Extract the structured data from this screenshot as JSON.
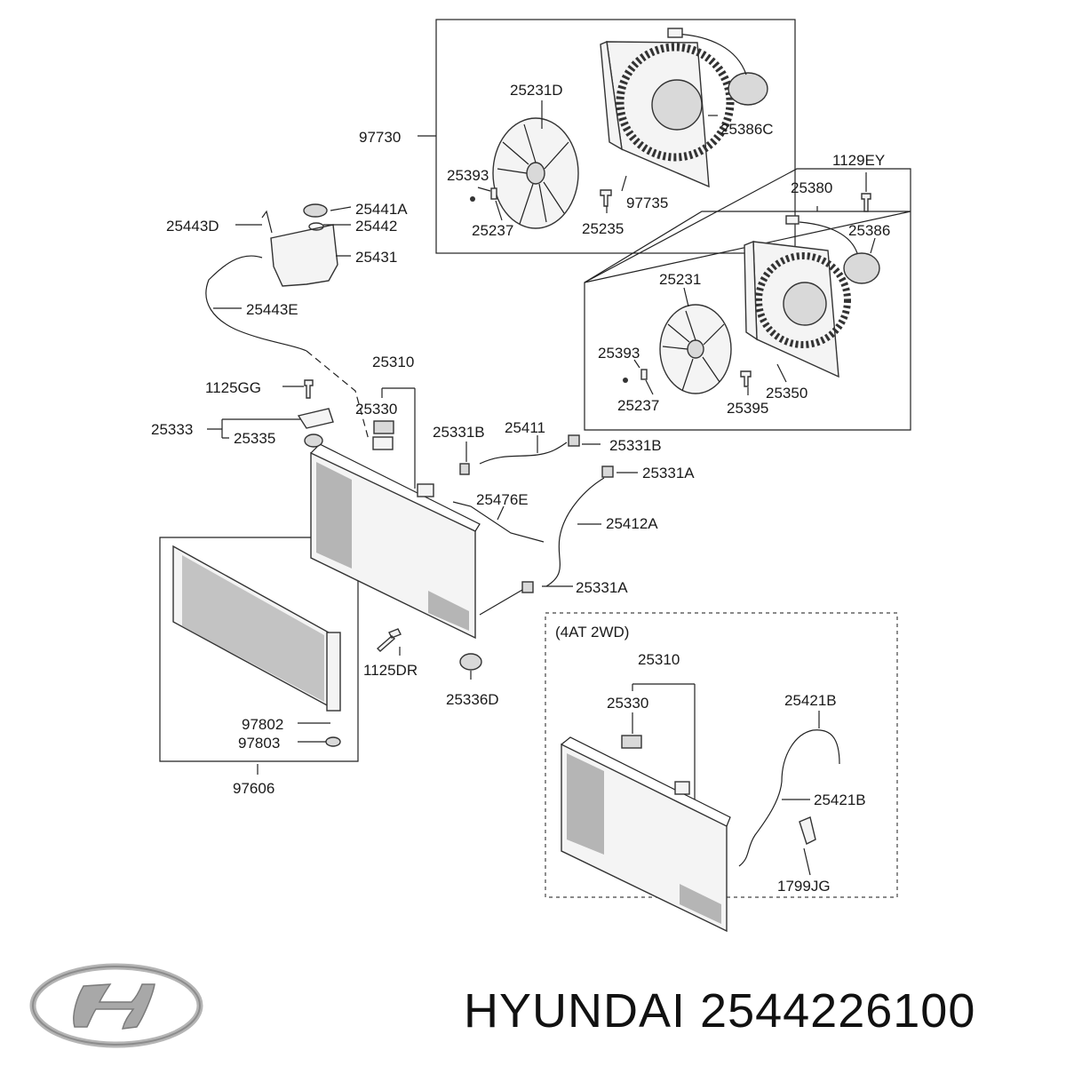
{
  "diagram": {
    "group_label": "(4AT 2WD)",
    "callouts": [
      {
        "id": "97730",
        "text": "97730"
      },
      {
        "id": "25231D",
        "text": "25231D"
      },
      {
        "id": "25386C",
        "text": "25386C"
      },
      {
        "id": "25393a",
        "text": "25393"
      },
      {
        "id": "97735",
        "text": "97735"
      },
      {
        "id": "25237a",
        "text": "25237"
      },
      {
        "id": "25235",
        "text": "25235"
      },
      {
        "id": "1129EY",
        "text": "1129EY"
      },
      {
        "id": "25380",
        "text": "25380"
      },
      {
        "id": "25386",
        "text": "25386"
      },
      {
        "id": "25441A",
        "text": "25441A"
      },
      {
        "id": "25443D",
        "text": "25443D"
      },
      {
        "id": "25442",
        "text": "25442"
      },
      {
        "id": "25431",
        "text": "25431"
      },
      {
        "id": "25443E",
        "text": "25443E"
      },
      {
        "id": "25231",
        "text": "25231"
      },
      {
        "id": "25393b",
        "text": "25393"
      },
      {
        "id": "25237b",
        "text": "25237"
      },
      {
        "id": "25395",
        "text": "25395"
      },
      {
        "id": "25350",
        "text": "25350"
      },
      {
        "id": "25310a",
        "text": "25310"
      },
      {
        "id": "1125GG",
        "text": "1125GG"
      },
      {
        "id": "25330a",
        "text": "25330"
      },
      {
        "id": "25333",
        "text": "25333"
      },
      {
        "id": "25335",
        "text": "25335"
      },
      {
        "id": "25331B_a",
        "text": "25331B"
      },
      {
        "id": "25411",
        "text": "25411"
      },
      {
        "id": "25331B_b",
        "text": "25331B"
      },
      {
        "id": "25331A_a",
        "text": "25331A"
      },
      {
        "id": "25476E",
        "text": "25476E"
      },
      {
        "id": "25412A",
        "text": "25412A"
      },
      {
        "id": "25331A_b",
        "text": "25331A"
      },
      {
        "id": "1125DR",
        "text": "1125DR"
      },
      {
        "id": "25336D",
        "text": "25336D"
      },
      {
        "id": "97802",
        "text": "97802"
      },
      {
        "id": "97803",
        "text": "97803"
      },
      {
        "id": "97606",
        "text": "97606"
      },
      {
        "id": "25310b",
        "text": "25310"
      },
      {
        "id": "25330b",
        "text": "25330"
      },
      {
        "id": "25421B_a",
        "text": "25421B"
      },
      {
        "id": "25421B_b",
        "text": "25421B"
      },
      {
        "id": "1799JG",
        "text": "1799JG"
      }
    ]
  },
  "brand": {
    "name": "HYUNDAI",
    "part_number": "2544226100",
    "logo_icon": "hyundai-logo-icon"
  }
}
